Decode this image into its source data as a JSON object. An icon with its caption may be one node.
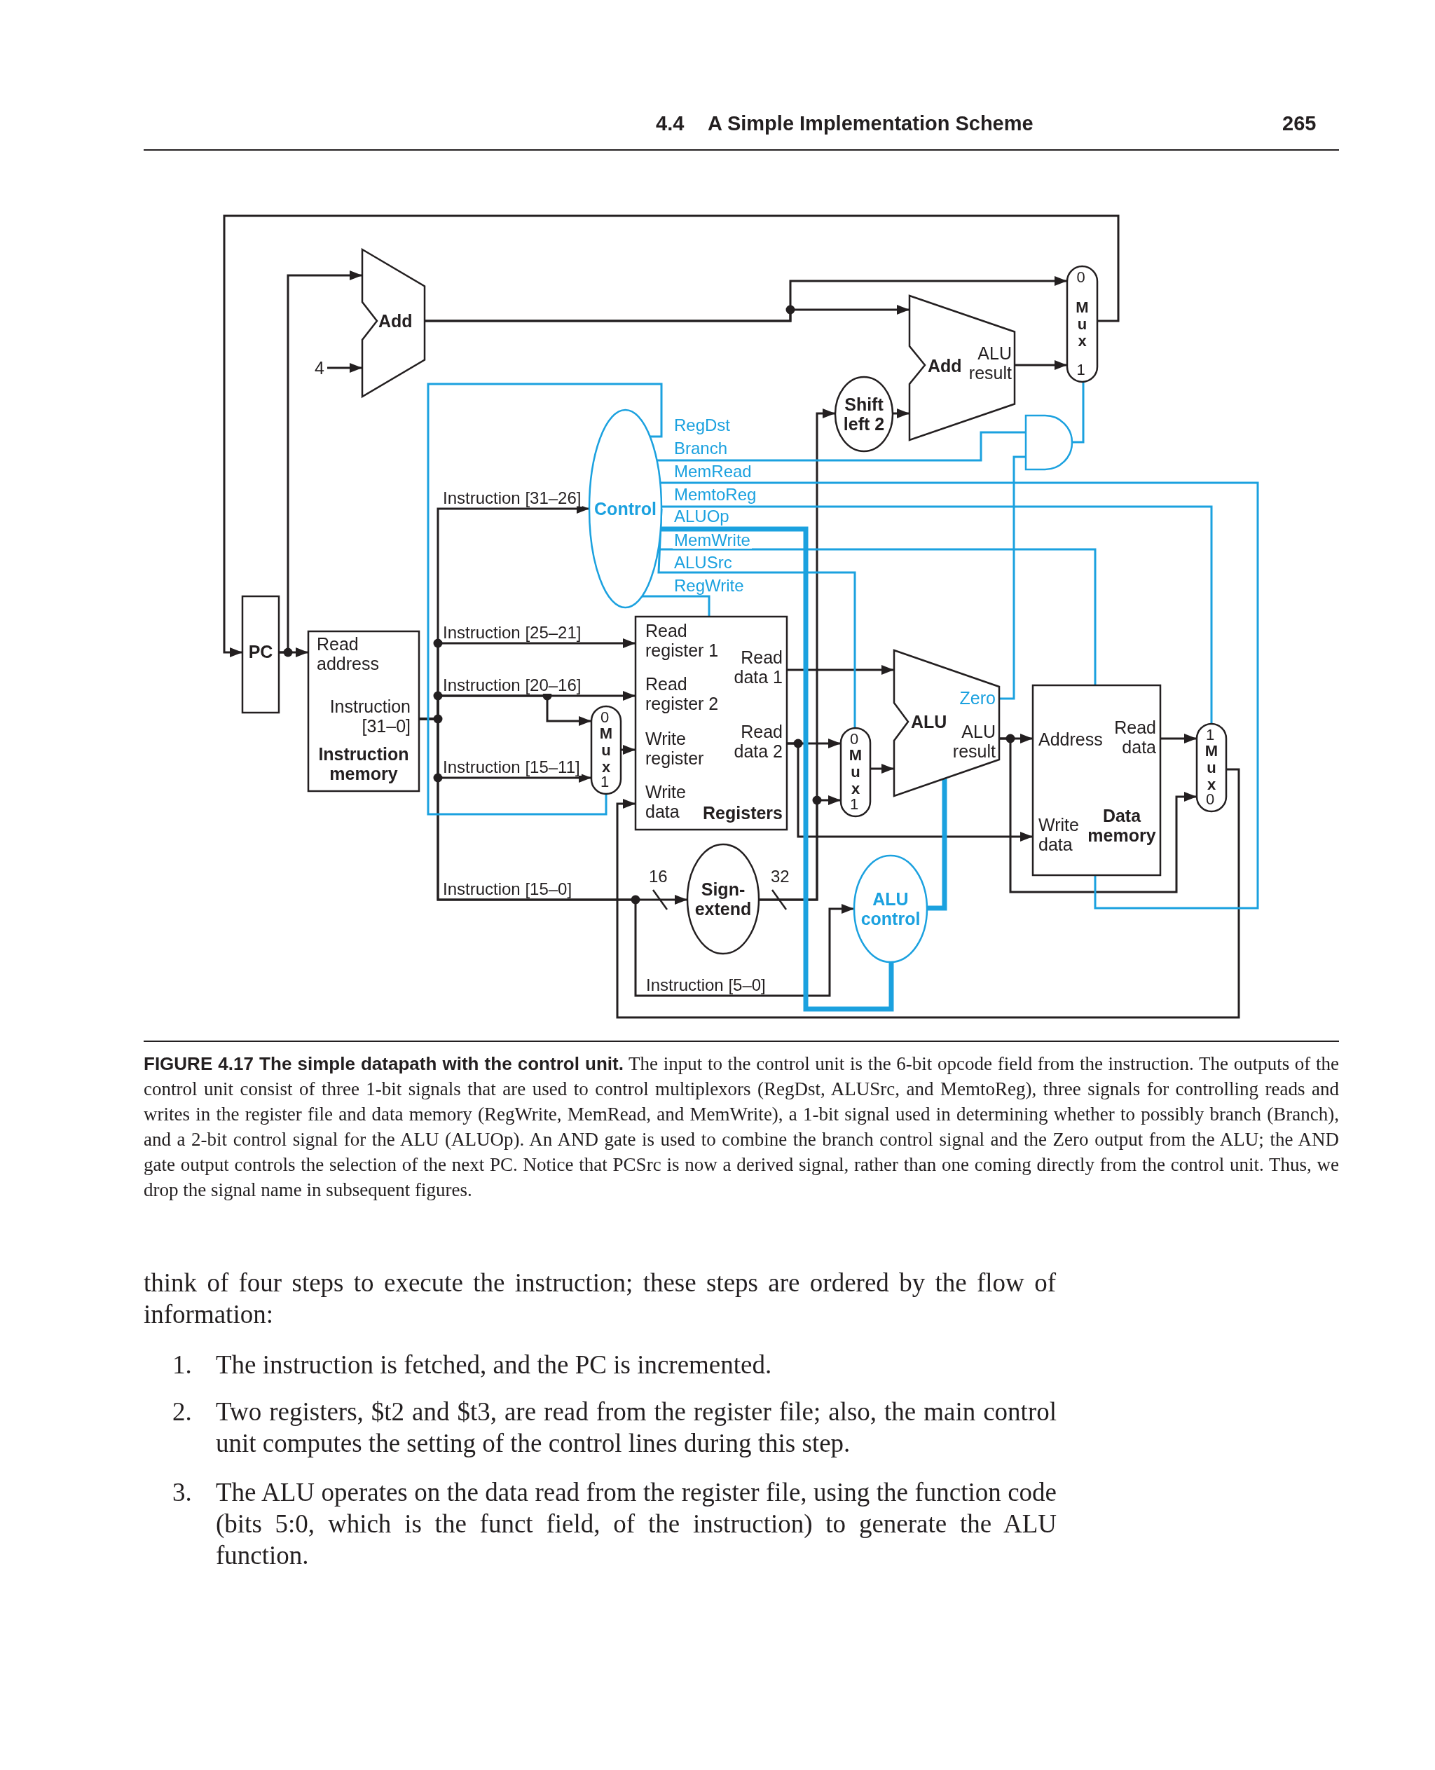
{
  "diagram": {
    "caption": "**FIGURE 4.17 The simple datapath with the control unit.** The input to the control unit is the 6-bit opcode field from the instruction. The outputs of the control unit consist of three 1-bit signals that are used to control multiplexors (RegDst, ALUSrc, and MemtoReg), three signals for controlling reads and writes in the register file and data memory (RegWrite, MemRead, and MemWrite), a 1-bit signal used in determining whether to possibly branch (Branch), and a 2-bit control signal for the ALU (ALUOp). An AND gate is used to combine the branch control signal and the Zero output from the ALU; the AND gate output controls the selection of the next PC. Notice that PCSrc is now a derived signal, rather than one coming directly from the control unit. Thus, we drop the signal name in subsequent figures.",
    "nodes": [
      {
        "text": [
          "PC"
        ]
      },
      {
        "text": [
          "Read address",
          "Instruction [31–0]",
          "Instruction memory"
        ]
      },
      {
        "text": [
          "Add"
        ]
      },
      {
        "text": [
          "4"
        ]
      },
      {
        "text": [
          "Control"
        ]
      },
      {
        "text": [
          "Read register 1",
          "Read data 1",
          "Read register 2",
          "Write register",
          "Read data 2",
          "Write data",
          "Registers"
        ]
      },
      {
        "text": [
          "0",
          "Mux",
          "1"
        ]
      },
      {
        "text": [
          "Sign-extend"
        ]
      },
      {
        "text": [
          "Shift left 2"
        ]
      },
      {
        "text": [
          "Add",
          "ALU result"
        ]
      },
      {
        "text": [
          "0",
          "Mux",
          "1"
        ]
      },
      {
        "text": [],
        "shape": "gate"
      },
      {
        "text": [
          "0",
          "Mux",
          "1"
        ]
      },
      {
        "text": [
          "Zero",
          "ALU",
          "ALU result"
        ]
      },
      {
        "text": [
          "ALU control"
        ]
      },
      {
        "text": [
          "Address",
          "Read data",
          "Write data",
          "Data memory"
        ]
      },
      {
        "text": [
          "1",
          "Mux",
          "0"
        ]
      }
    ],
    "edges": [
      {
        "from": 0,
        "to": 1,
        "arrow": "to"
      },
      {
        "from": 0,
        "to": 2,
        "arrow": "to"
      },
      {
        "from": 3,
        "to": 2,
        "arrow": "to"
      },
      {
        "from": 2,
        "to": 10,
        "arrow": "to"
      },
      {
        "from": 2,
        "to": 9,
        "arrow": "to"
      },
      {
        "from": 8,
        "to": 9,
        "arrow": "to"
      },
      {
        "from": 9,
        "to": 10,
        "arrow": "to"
      },
      {
        "from": 10,
        "to": 0,
        "arrow": "to"
      },
      {
        "from": 1,
        "to": 4,
        "arrow": "to",
        "label": "Instruction [31–26]"
      },
      {
        "from": 1,
        "to": 5,
        "arrow": "to",
        "label": "Instruction [25–21]"
      },
      {
        "from": 1,
        "to": 5,
        "arrow": "to",
        "label": "Instruction [20–16]"
      },
      {
        "from": 1,
        "to": 6,
        "arrow": "to"
      },
      {
        "from": 1,
        "to": 6,
        "arrow": "to",
        "label": "Instruction [15–11]"
      },
      {
        "from": 6,
        "to": 5,
        "arrow": "to"
      },
      {
        "from": 1,
        "to": 7,
        "arrow": "to",
        "label": "Instruction [15–0]"
      },
      {
        "from": 1,
        "to": 14,
        "arrow": "to",
        "label": "Instruction [5–0]"
      },
      {
        "from": 7,
        "to": 8,
        "arrow": "to"
      },
      {
        "from": 7,
        "to": 12,
        "arrow": "to"
      },
      {
        "from": 5,
        "to": 13,
        "arrow": "to"
      },
      {
        "from": 5,
        "to": 12,
        "arrow": "to"
      },
      {
        "from": 5,
        "to": 15,
        "arrow": "to"
      },
      {
        "from": 12,
        "to": 13,
        "arrow": "to"
      },
      {
        "from": 13,
        "to": 15,
        "arrow": "to"
      },
      {
        "from": 13,
        "to": 16,
        "arrow": "to"
      },
      {
        "from": 15,
        "to": 16,
        "arrow": "to"
      },
      {
        "from": 16,
        "to": 5,
        "arrow": "to"
      },
      {
        "from": 4,
        "to": 6,
        "arrow": "none",
        "label": "RegDst",
        "color": "#1ba1df"
      },
      {
        "from": 4,
        "to": 11,
        "arrow": "none",
        "label": "Branch",
        "color": "#1ba1df"
      },
      {
        "from": 4,
        "to": 15,
        "arrow": "none",
        "label": "MemRead",
        "color": "#1ba1df"
      },
      {
        "from": 4,
        "to": 16,
        "arrow": "none",
        "label": "MemtoReg",
        "color": "#1ba1df"
      },
      {
        "from": 4,
        "to": 14,
        "arrow": "none",
        "label": "ALUOp",
        "style": "thick",
        "color": "#1ba1df"
      },
      {
        "from": 4,
        "to": 15,
        "arrow": "none",
        "label": "MemWrite",
        "color": "#1ba1df"
      },
      {
        "from": 4,
        "to": 12,
        "arrow": "none",
        "label": "ALUSrc",
        "color": "#1ba1df"
      },
      {
        "from": 4,
        "to": 5,
        "arrow": "none",
        "label": "RegWrite",
        "color": "#1ba1df"
      },
      {
        "from": 13,
        "to": 11,
        "arrow": "none",
        "color": "#1ba1df"
      },
      {
        "from": 11,
        "to": 10,
        "arrow": "none",
        "color": "#1ba1df"
      },
      {
        "from": 14,
        "to": 13,
        "arrow": "none",
        "style": "thick",
        "color": "#1ba1df"
      }
    ],
    "labels": [
      "4.4",
      "A Simple Implementation Scheme",
      "265",
      "16",
      "32",
      "think of four steps to execute the instruction; these steps are ordered by the flow of information:",
      "1.",
      "The instruction is fetched, and the PC is incremented.",
      "2.",
      "Two registers, $t2 and $t3, are read from the register file; also, the main control unit computes the setting of the control lines during this step.",
      "3.",
      "The ALU operates on the data read from the register file, using the function code (bits 5:0, which is the funct field, of the instruction) to generate the ALU function."
    ]
  }
}
